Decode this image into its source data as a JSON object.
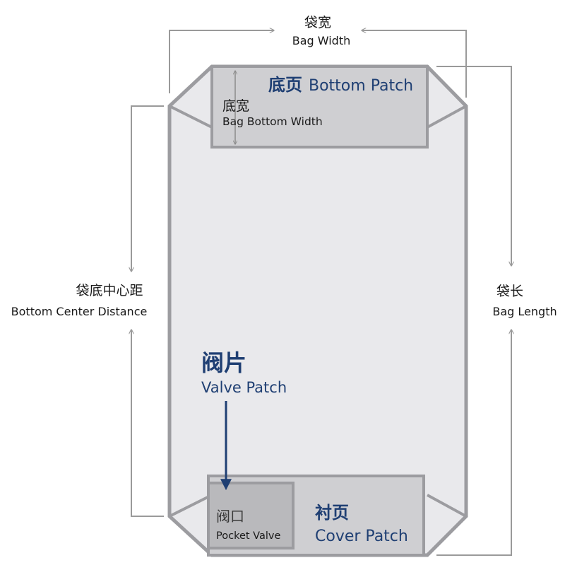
{
  "bag_width": {
    "zh": "袋宽",
    "en": "Bag Width"
  },
  "bag_length": {
    "zh": "袋长",
    "en": "Bag Length"
  },
  "bottom_center_distance": {
    "zh": "袋底中心距",
    "en": "Bottom Center Distance"
  },
  "bottom_patch": {
    "zh": "底页",
    "en": "Bottom Patch"
  },
  "bag_bottom_width": {
    "zh": "底宽",
    "en": "Bag Bottom Width"
  },
  "valve_patch": {
    "zh": "阀片",
    "en": "Valve Patch"
  },
  "pocket_valve": {
    "zh": "阀口",
    "en": "Pocket Valve"
  },
  "cover_patch": {
    "zh": "衬页",
    "en": "Cover Patch"
  },
  "colors": {
    "bag_fill": "#e9e9ec",
    "bag_outline": "#9c9ca0",
    "patch_fill": "#cfcfd2",
    "valve_fill": "#b9b9bc",
    "dimension_line": "#9a9a9a",
    "label_dark": "#1a1a1a",
    "label_blue": "#1f3f73"
  }
}
